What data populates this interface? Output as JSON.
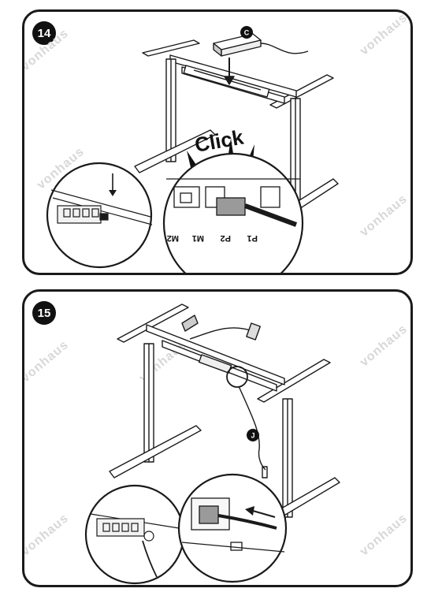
{
  "steps": [
    {
      "number": "14",
      "callout": "C",
      "click_text": "Click",
      "ports": [
        "M2",
        "M1",
        "P2",
        "P1"
      ]
    },
    {
      "number": "15",
      "callout": "J"
    }
  ],
  "watermark": "vonhaus",
  "colors": {
    "line": "#1a1a1a",
    "fill_gray": "#9a9a9a",
    "watermark": "#d8d8d8"
  }
}
